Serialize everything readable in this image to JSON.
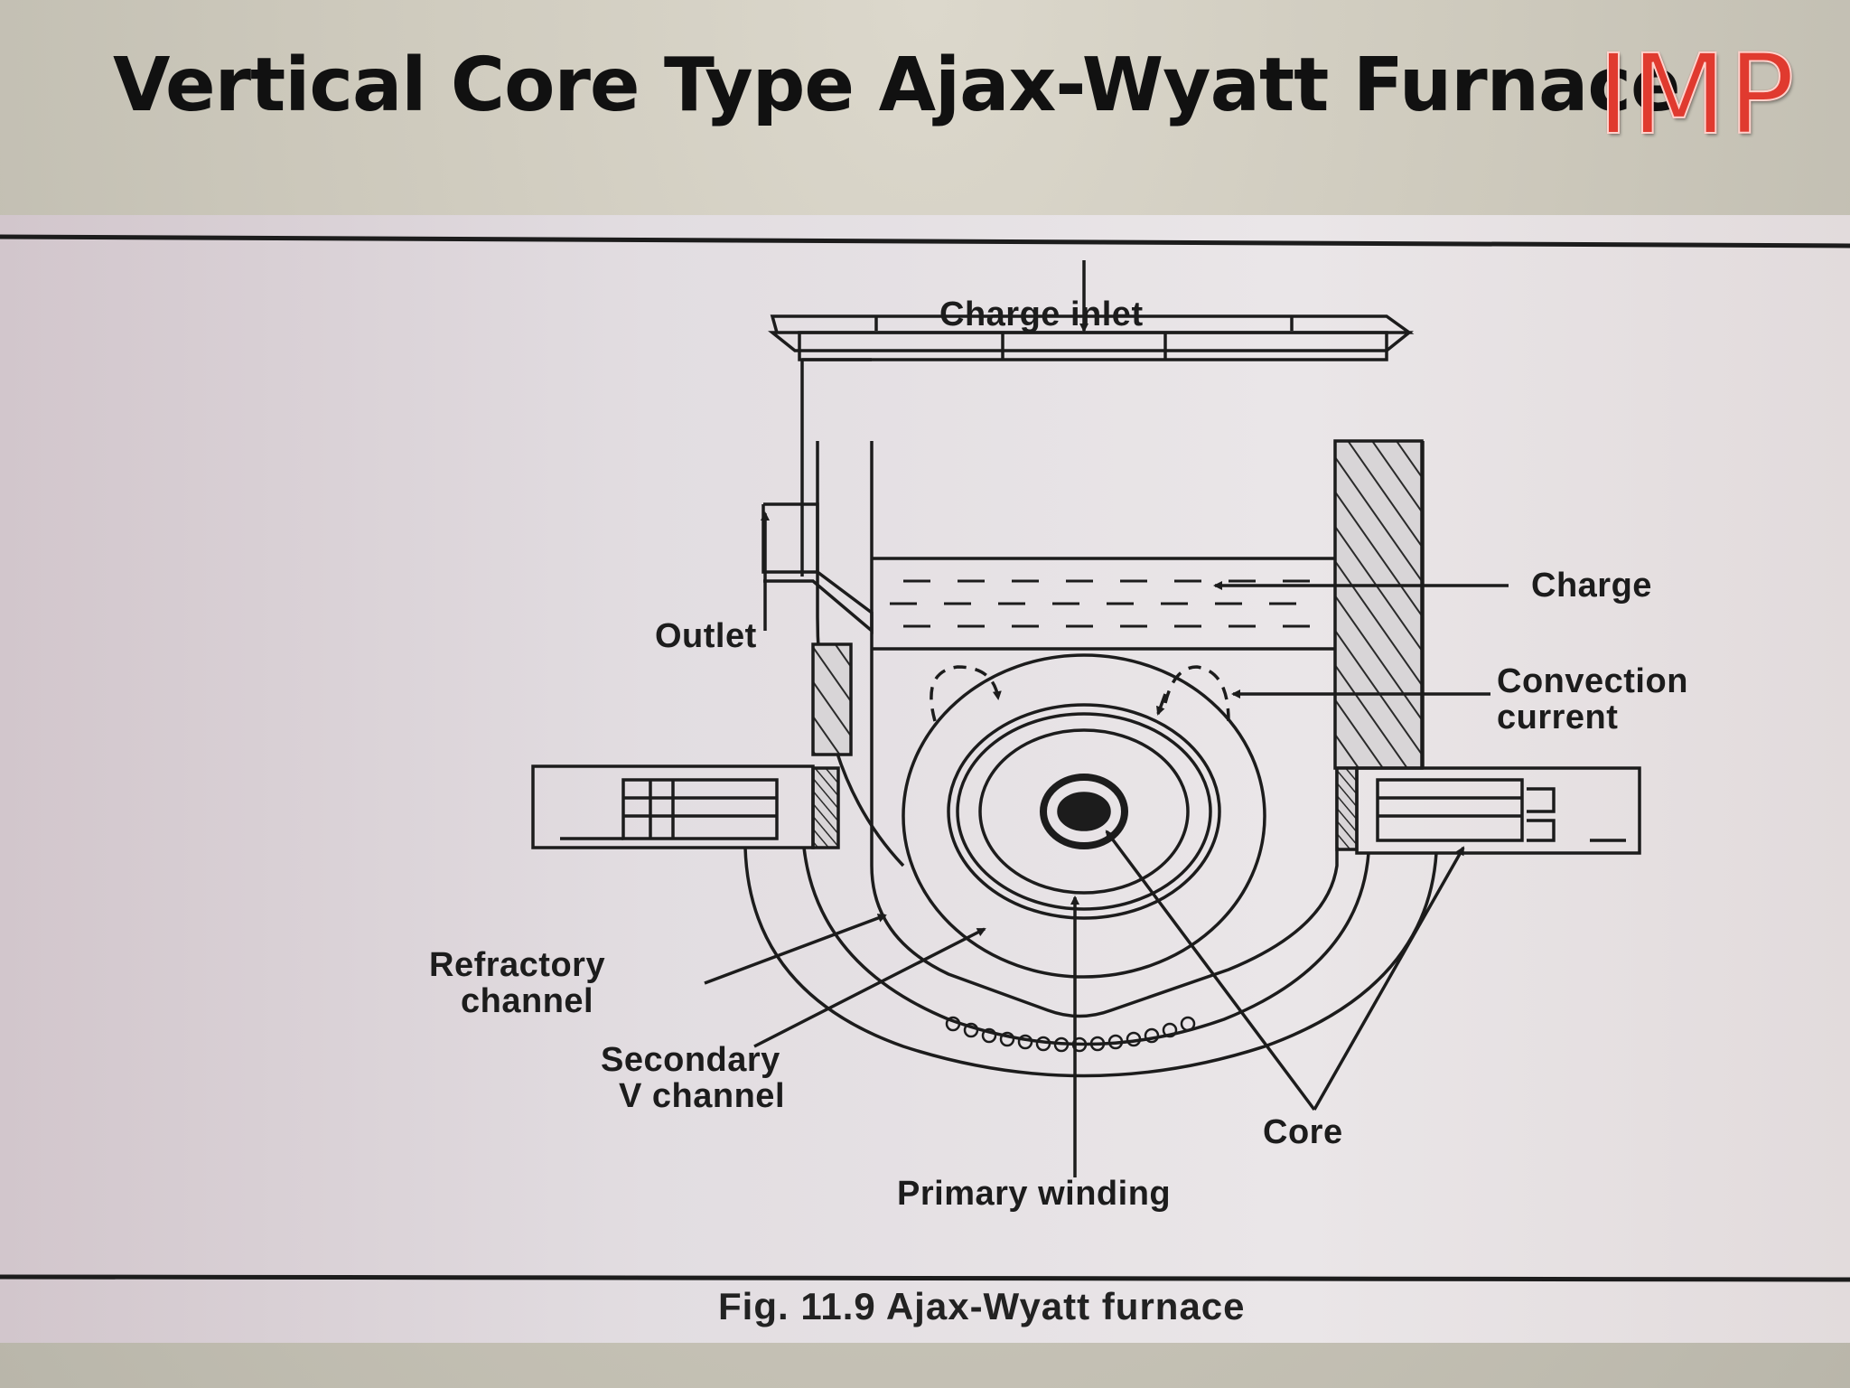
{
  "slide": {
    "title": "Vertical Core Type Ajax-Wyatt Furnace",
    "badge": "IMP"
  },
  "figure": {
    "labels": {
      "charge_inlet": "Charge inlet",
      "charge": "Charge",
      "outlet": "Outlet",
      "convection_line1": "Convection",
      "convection_line2": "current",
      "refractory_line1": "Refractory",
      "refractory_line2": "channel",
      "secondary_line1": "Secondary",
      "secondary_line2": "V channel",
      "core": "Core",
      "primary_winding": "Primary winding"
    },
    "caption": "Fig. 11.9 Ajax-Wyatt furnace"
  },
  "colors": {
    "badge": "#e03a2f",
    "ink": "#1c1c1c"
  }
}
